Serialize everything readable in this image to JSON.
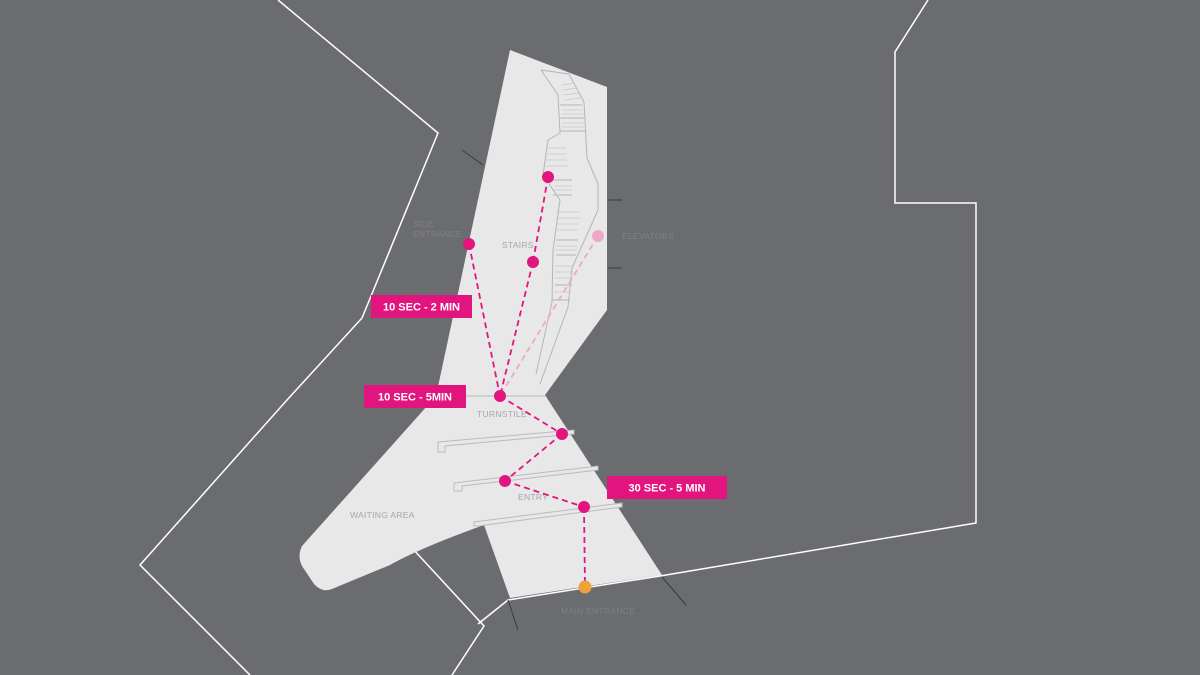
{
  "colors": {
    "background": "#6b6c70",
    "floor": "#e8e8e9",
    "outline": "#ffffff",
    "route": "#e2157f",
    "route_faded": "#f0a6c8",
    "entrance_marker": "#f0a23a",
    "callout_bg": "#e2157f"
  },
  "labels": {
    "side_entrance_1": "SIDE",
    "side_entrance_2": "ENTRANCE",
    "stairs": "STAIRS",
    "elevators": "ELEVATORS",
    "turnstile": "TURNSTILE",
    "entry": "ENTRY",
    "waiting_area": "WAITING AREA",
    "main_entrance": "MAIN ENTRANCE"
  },
  "callouts": {
    "upper": "10 SEC - 2 MIN",
    "middle": "10 SEC - 5MIN",
    "lower": "30 SEC - 5 MIN"
  },
  "markers": {
    "active": [
      "side-entrance",
      "stairs-top",
      "stairs-bottom",
      "turnstile",
      "queue-1",
      "queue-2",
      "queue-3"
    ],
    "faded": [
      "elevators"
    ],
    "origin": [
      "main-entrance"
    ]
  }
}
